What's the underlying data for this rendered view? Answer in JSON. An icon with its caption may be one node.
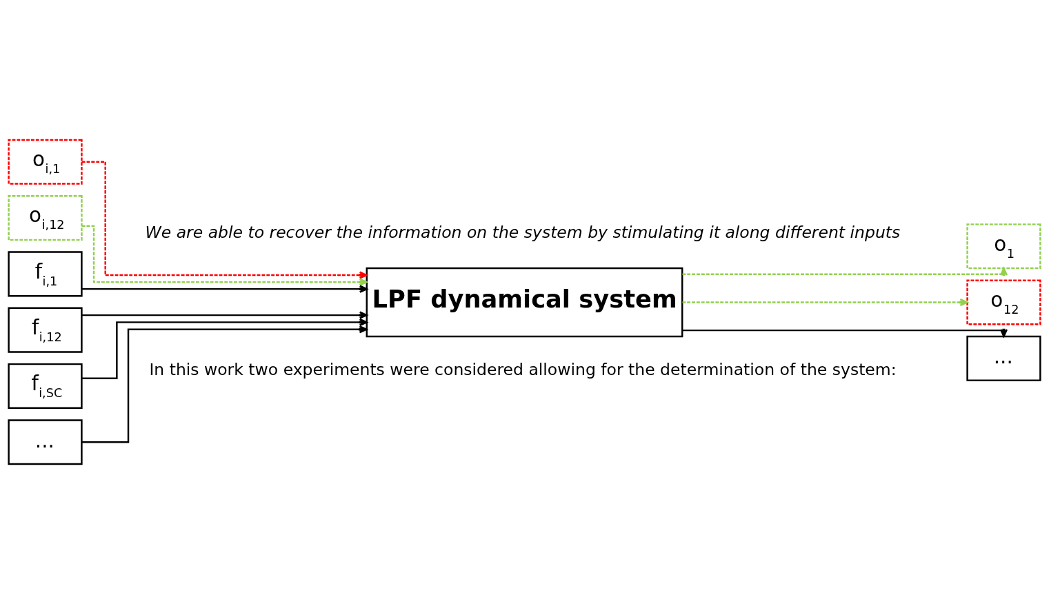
{
  "diagram": {
    "nodes": [
      {
        "text": [
          "o$_{i,1}$"
        ]
      },
      {
        "text": [
          "o$_{i,12}$"
        ]
      },
      {
        "text": [
          "f$_{i,1}$"
        ]
      },
      {
        "text": [
          "f$_{i,12}$"
        ]
      },
      {
        "text": [
          "f$_{i,SC}$"
        ]
      },
      {
        "text": [
          "..."
        ]
      },
      {
        "text": [
          "LPF dynamical system"
        ]
      },
      {
        "text": [
          "o$_{1}$"
        ]
      },
      {
        "text": [
          "o$_{12}$"
        ]
      },
      {
        "text": [
          "..."
        ]
      }
    ],
    "edges": [
      {
        "from": 0,
        "to": 6,
        "arrow": "to",
        "style": "dashed",
        "color": "#ff0000"
      },
      {
        "from": 1,
        "to": 6,
        "arrow": "to",
        "style": "dashed",
        "color": "#92d050"
      },
      {
        "from": 2,
        "to": 6,
        "arrow": "to"
      },
      {
        "from": 3,
        "to": 6,
        "arrow": "to"
      },
      {
        "from": 4,
        "to": 6,
        "arrow": "to"
      },
      {
        "from": 5,
        "to": 6,
        "arrow": "to"
      },
      {
        "from": 6,
        "to": 7,
        "arrow": "to",
        "style": "dashed",
        "color": "#92d050"
      },
      {
        "from": 6,
        "to": 8,
        "arrow": "to",
        "style": "dashed",
        "color": "#92d050"
      },
      {
        "from": 6,
        "to": 9,
        "arrow": "to"
      }
    ],
    "labels": [
      "We are able to recover the information on the system by stimulating it along different inputs",
      "In this work two experiments were considered allowing for the determination of the system:"
    ]
  }
}
